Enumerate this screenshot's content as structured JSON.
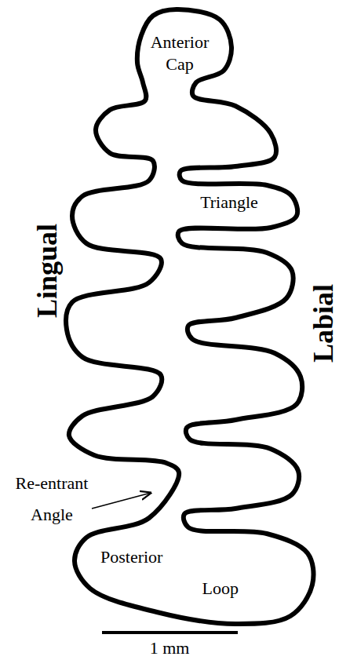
{
  "diagram": {
    "labels": [
      "Anterior Cap",
      "Triangle",
      "Lingual",
      "Labial",
      "Re-entrant Angle",
      "Posterior Loop",
      "1 mm"
    ]
  }
}
